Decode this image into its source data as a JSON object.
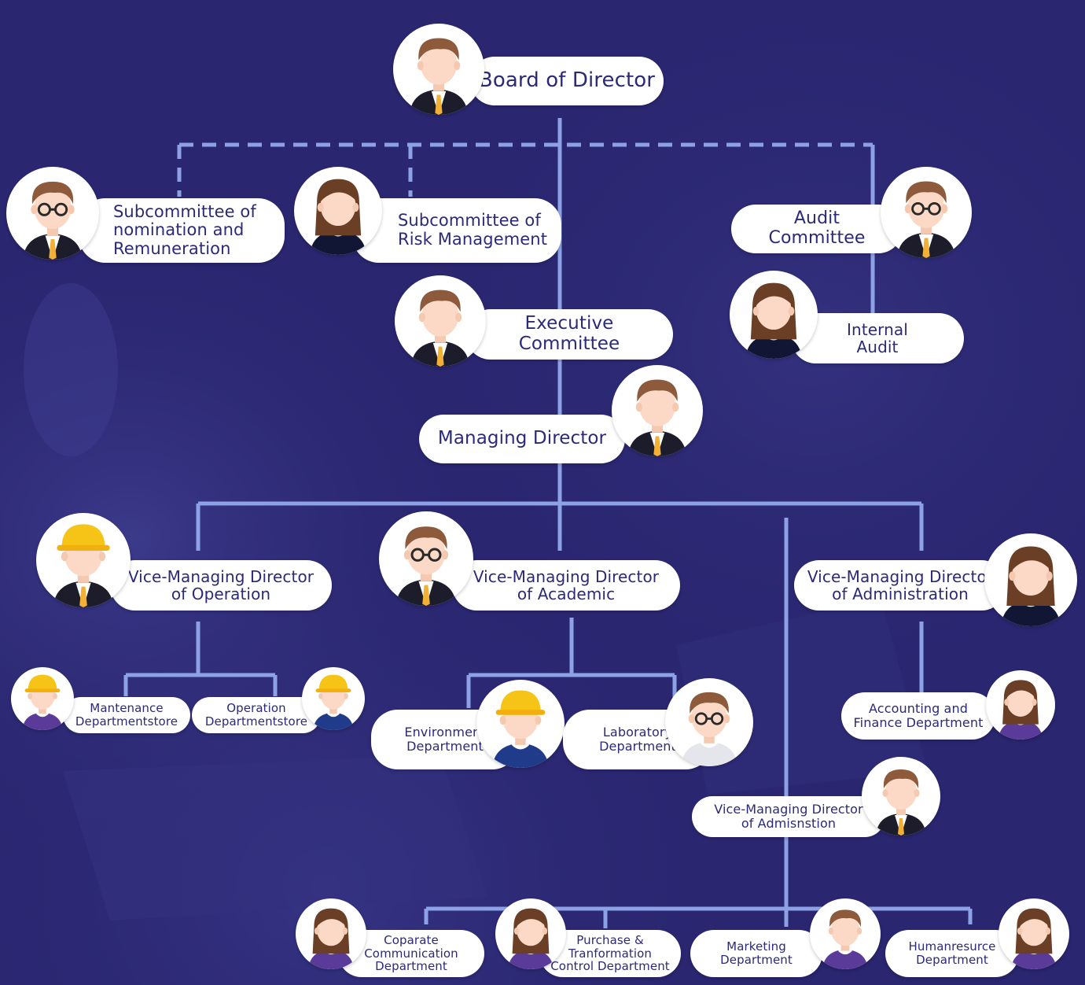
{
  "theme": {
    "background": "#2a2670",
    "line": "#8da2e6",
    "pill_bg": "#ffffff",
    "pill_text": "#2b2a78"
  },
  "nodes": {
    "board": {
      "lines": [
        "Board of Director"
      ],
      "avatar": "man-suit-icon"
    },
    "sub_nomination": {
      "lines": [
        "Subcommittee of",
        "nomination and",
        "Remuneration"
      ],
      "avatar": "man-glasses-icon"
    },
    "sub_risk": {
      "lines": [
        "Subcommittee of",
        "Risk Management"
      ],
      "avatar": "woman-icon"
    },
    "audit_committee": {
      "lines": [
        "Audit",
        "Committee"
      ],
      "avatar": "man-glasses-icon"
    },
    "internal_audit": {
      "lines": [
        "Internal",
        "Audit"
      ],
      "avatar": "woman-icon"
    },
    "executive": {
      "lines": [
        "Executive",
        "Committee"
      ],
      "avatar": "man-suit-icon"
    },
    "managing": {
      "lines": [
        "Managing Director"
      ],
      "avatar": "man-suit-icon"
    },
    "vmd_operation": {
      "lines": [
        "Vice-Managing Director",
        "of  Operation"
      ],
      "avatar": "man-hardhat-icon"
    },
    "vmd_academic": {
      "lines": [
        "Vice-Managing Director",
        "of Academic"
      ],
      "avatar": "man-glasses-icon"
    },
    "vmd_admin": {
      "lines": [
        "Vice-Managing Director",
        "of Administration"
      ],
      "avatar": "woman-icon"
    },
    "maintenance": {
      "lines": [
        "Mantenance",
        "Departmentstore"
      ],
      "avatar": "hardhat-purple-icon"
    },
    "operation_dept": {
      "lines": [
        "Operation",
        "Departmentstore"
      ],
      "avatar": "hardhat-blue-icon"
    },
    "environment": {
      "lines": [
        "Environment",
        "Department"
      ],
      "avatar": "hardhat-blue-icon"
    },
    "laboratory": {
      "lines": [
        "Laboratory",
        "Department"
      ],
      "avatar": "man-labcoat-icon"
    },
    "accounting": {
      "lines": [
        "Accounting and",
        "Finance Department"
      ],
      "avatar": "woman-purple-icon"
    },
    "vmd_admission": {
      "lines": [
        "Vice-Managing Director",
        "of Admisnstion"
      ],
      "avatar": "man-suit-icon"
    },
    "corporate_comm": {
      "lines": [
        "Coparate",
        "Communication",
        "Department"
      ],
      "avatar": "woman-purple-icon"
    },
    "purchase": {
      "lines": [
        "Purchase &",
        "Tranformation",
        "Control Department"
      ],
      "avatar": "woman-purple-icon"
    },
    "marketing": {
      "lines": [
        "Marketing",
        "Department"
      ],
      "avatar": "man-purple-icon"
    },
    "hr": {
      "lines": [
        "Humanresurce",
        "Department"
      ],
      "avatar": "woman-purple-icon"
    }
  }
}
